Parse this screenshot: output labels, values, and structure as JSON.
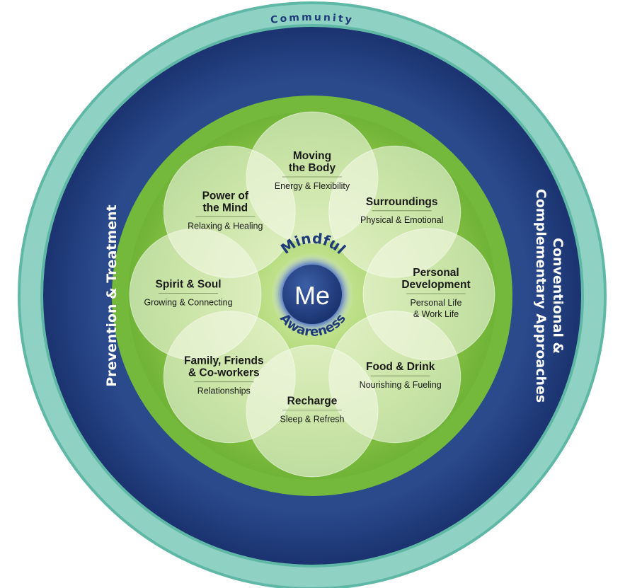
{
  "outer_ring": {
    "top_label": "Community",
    "left_label": "Prevention & Treatment",
    "right_label_line1": "Conventional &",
    "right_label_line2": "Complementary Approaches"
  },
  "center": {
    "label": "Me",
    "top_arc": "Mindful",
    "bottom_arc": "Awareness"
  },
  "petals": [
    {
      "title_lines": [
        "Moving",
        "the Body"
      ],
      "subtitle_lines": [
        "Energy & Flexibility"
      ]
    },
    {
      "title_lines": [
        "Surroundings"
      ],
      "subtitle_lines": [
        "Physical & Emotional"
      ]
    },
    {
      "title_lines": [
        "Personal",
        "Development"
      ],
      "subtitle_lines": [
        "Personal Life",
        "& Work Life"
      ]
    },
    {
      "title_lines": [
        "Food & Drink"
      ],
      "subtitle_lines": [
        "Nourishing & Fueling"
      ]
    },
    {
      "title_lines": [
        "Recharge"
      ],
      "subtitle_lines": [
        "Sleep & Refresh"
      ]
    },
    {
      "title_lines": [
        "Family, Friends",
        "& Co-workers"
      ],
      "subtitle_lines": [
        "Relationships"
      ]
    },
    {
      "title_lines": [
        "Spirit & Soul"
      ],
      "subtitle_lines": [
        "Growing & Connecting"
      ]
    },
    {
      "title_lines": [
        "Power of",
        "the Mind"
      ],
      "subtitle_lines": [
        "Relaxing & Healing"
      ]
    }
  ],
  "colors": {
    "outer_teal": "#8fd2c3",
    "outer_teal_edge": "#5fb8a6",
    "navy": "#22407e",
    "navy_dark": "#16295a",
    "green": "#74b93c",
    "green_light": "#9ccf5a",
    "petal_fill": "#f3f8e6",
    "me_circle": "#1e3a78",
    "label_navy": "#1e3a78"
  }
}
